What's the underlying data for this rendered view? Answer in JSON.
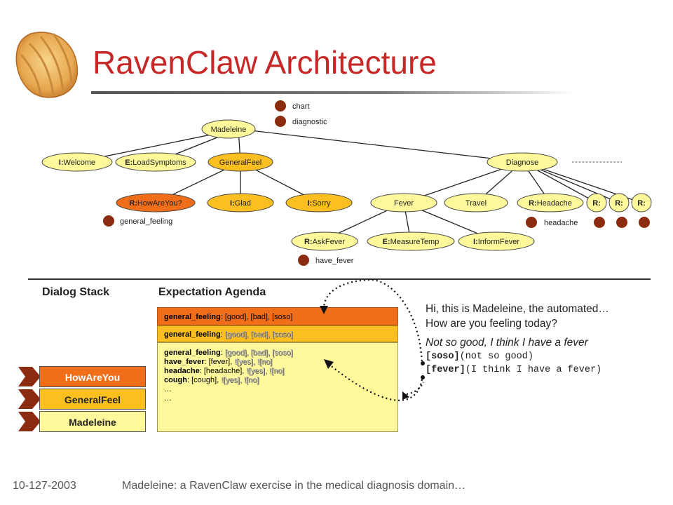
{
  "title": "RavenClaw Architecture",
  "legend": {
    "chart": "chart",
    "diagnostic": "diagnostic"
  },
  "tree": {
    "root": "Madeleine",
    "level1": [
      {
        "prefix": "I:",
        "label": "Welcome"
      },
      {
        "prefix": "E:",
        "label": "LoadSymptoms"
      },
      {
        "prefix": "",
        "label": "GeneralFeel"
      },
      {
        "prefix": "",
        "label": "Diagnose"
      }
    ],
    "generalfeel_children": [
      {
        "prefix": "R:",
        "label": "HowAreYou?"
      },
      {
        "prefix": "I:",
        "label": "Glad"
      },
      {
        "prefix": "I:",
        "label": "Sorry"
      }
    ],
    "diagnose_children": [
      {
        "prefix": "",
        "label": "Fever"
      },
      {
        "prefix": "",
        "label": "Travel"
      },
      {
        "prefix": "R:",
        "label": "Headache"
      },
      {
        "prefix": "R:",
        "label": ""
      },
      {
        "prefix": "R:",
        "label": ""
      },
      {
        "prefix": "R:",
        "label": ""
      }
    ],
    "fever_children": [
      {
        "prefix": "R:",
        "label": "AskFever"
      },
      {
        "prefix": "E:",
        "label": "MeasureTemp"
      },
      {
        "prefix": "I:",
        "label": "InformFever"
      }
    ],
    "concepts": {
      "general_feeling": "general_feeling",
      "headache": "headache",
      "have_fever": "have_fever"
    }
  },
  "dialog_stack": {
    "heading": "Dialog Stack",
    "items": [
      "HowAreYou",
      "GeneralFeel",
      "Madeleine"
    ]
  },
  "agenda": {
    "heading": "Expectation Agenda",
    "row1": {
      "key": "general_feeling",
      "values": ": [good], [bad], [soso]"
    },
    "row2": {
      "key": "general_feeling",
      "sep": ": ",
      "values": "[good], [bad], [soso]"
    },
    "row3": [
      {
        "key": "general_feeling",
        "sep": ": ",
        "plain": "",
        "shadow": "[good], [bad], [soso]"
      },
      {
        "key": "have_fever",
        "sep": ": ",
        "plain": "[fever], ",
        "shadow": "![yes], ![no]"
      },
      {
        "key": "headache",
        "sep": ": ",
        "plain": "[headache], ",
        "shadow": "![yes], ![no]"
      },
      {
        "key": "cough",
        "sep": ": ",
        "plain": "[cough], ",
        "shadow": "![yes], ![no]"
      },
      {
        "key": "",
        "sep": "",
        "plain": "…",
        "shadow": ""
      },
      {
        "key": "",
        "sep": "",
        "plain": "…",
        "shadow": ""
      }
    ]
  },
  "dialog": {
    "system_line1": "Hi, this is Madeleine, the automated…",
    "system_line2": "How are you feeling today?",
    "user_line": "Not so good, I think I have a fever",
    "parse1_tag": "[soso]",
    "parse1_text": "(not so good)",
    "parse2_tag": "[fever]",
    "parse2_text": "(I think I have a fever)"
  },
  "footer": {
    "date": "10-127-2003",
    "text": "Madeleine: a RavenClaw exercise in the medical diagnosis domain…"
  },
  "colors": {
    "title": "#c62828",
    "orange": "#f06d1a",
    "gold": "#fbbf22",
    "yellow": "#fff99c",
    "concept_dot": "#8b2b10"
  }
}
